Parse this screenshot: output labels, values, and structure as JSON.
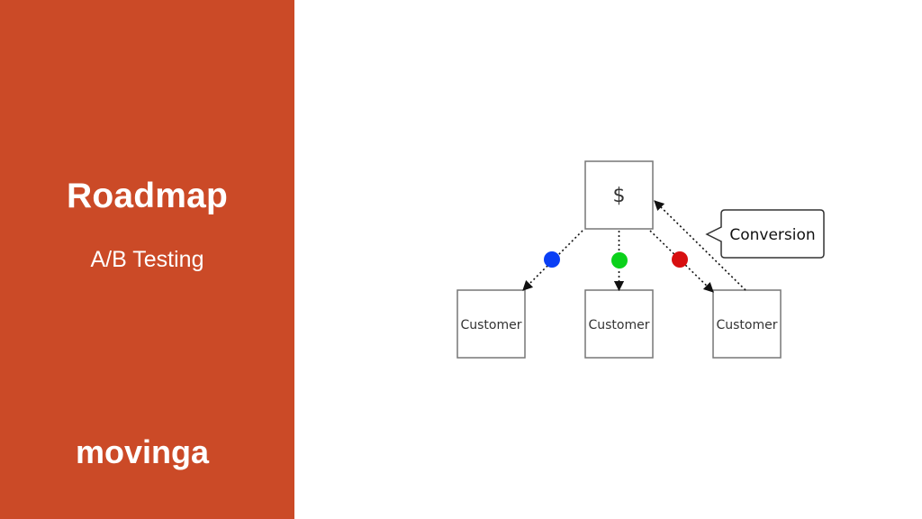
{
  "slide": {
    "title": "Roadmap",
    "subtitle": "A/B Testing",
    "logo_text": "movinga"
  },
  "colors": {
    "sidebar": "#cb4a27",
    "variant_a": "#0a3ff5",
    "variant_b": "#0bd11b",
    "variant_c": "#d70f10"
  },
  "diagram": {
    "source_label": "$",
    "customers": [
      {
        "label": "Customer"
      },
      {
        "label": "Customer"
      },
      {
        "label": "Customer"
      }
    ],
    "callout_label": "Conversion"
  }
}
